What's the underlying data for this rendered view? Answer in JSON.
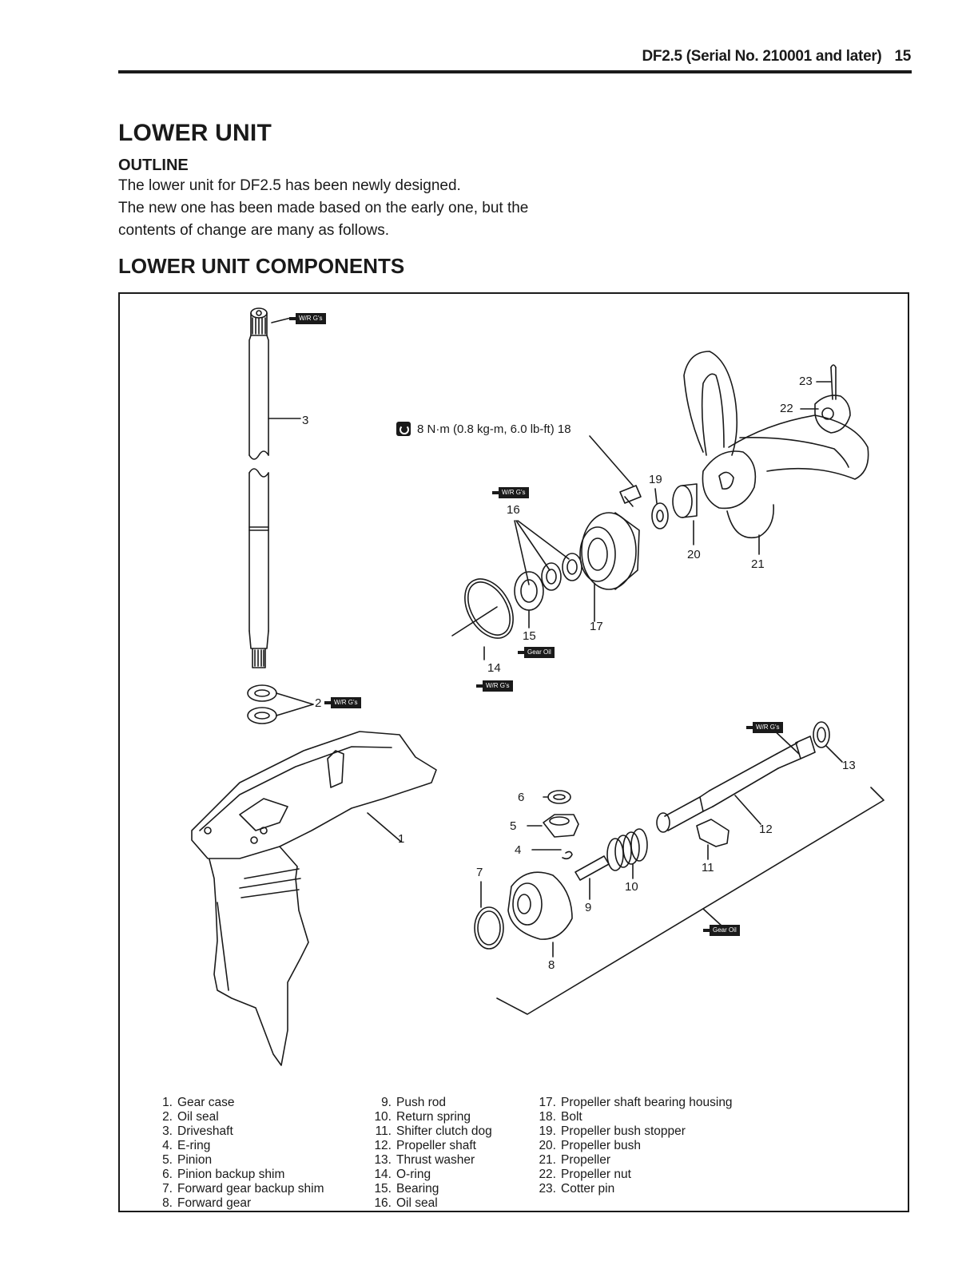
{
  "header": {
    "running_title": "DF2.5 (Serial No. 210001 and later)",
    "page_number": "15"
  },
  "section": {
    "title": "LOWER UNIT",
    "subtitle": "OUTLINE",
    "paragraph_lines": [
      "The lower unit for DF2.5 has been newly designed.",
      "The new one has been made based on the early one, but the",
      "contents of change are many as follows."
    ]
  },
  "components": {
    "title": "LOWER UNIT COMPONENTS",
    "torque_spec": "8 N·m (0.8 kg-m, 6.0 lb-ft) 18",
    "tags": {
      "grease": "W/R G's",
      "gear_oil": "Gear Oil"
    },
    "callouts": [
      "1",
      "2",
      "3",
      "4",
      "5",
      "6",
      "7",
      "8",
      "9",
      "10",
      "11",
      "12",
      "13",
      "14",
      "15",
      "16",
      "17",
      "19",
      "20",
      "21",
      "22",
      "23"
    ],
    "legend": {
      "col1": [
        {
          "num": "1.",
          "label": "Gear case"
        },
        {
          "num": "2.",
          "label": "Oil seal"
        },
        {
          "num": "3.",
          "label": "Driveshaft"
        },
        {
          "num": "4.",
          "label": "E-ring"
        },
        {
          "num": "5.",
          "label": "Pinion"
        },
        {
          "num": "6.",
          "label": "Pinion backup shim"
        },
        {
          "num": "7.",
          "label": "Forward gear backup shim"
        },
        {
          "num": "8.",
          "label": "Forward gear"
        }
      ],
      "col2": [
        {
          "num": "9.",
          "label": "Push rod"
        },
        {
          "num": "10.",
          "label": "Return spring"
        },
        {
          "num": "11.",
          "label": "Shifter clutch dog"
        },
        {
          "num": "12.",
          "label": "Propeller shaft"
        },
        {
          "num": "13.",
          "label": "Thrust washer"
        },
        {
          "num": "14.",
          "label": "O-ring"
        },
        {
          "num": "15.",
          "label": "Bearing"
        },
        {
          "num": "16.",
          "label": "Oil seal"
        }
      ],
      "col3": [
        {
          "num": "17.",
          "label": "Propeller shaft bearing housing"
        },
        {
          "num": "18.",
          "label": "Bolt"
        },
        {
          "num": "19.",
          "label": "Propeller bush stopper"
        },
        {
          "num": "20.",
          "label": "Propeller bush"
        },
        {
          "num": "21.",
          "label": "Propeller"
        },
        {
          "num": "22.",
          "label": "Propeller nut"
        },
        {
          "num": "23.",
          "label": "Cotter pin"
        }
      ]
    }
  }
}
